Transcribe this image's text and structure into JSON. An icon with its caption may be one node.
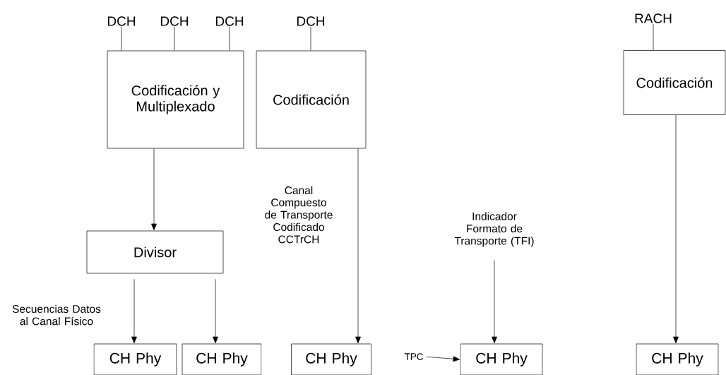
{
  "diagram": {
    "nodes": [
      {
        "text": [
          "DCH"
        ]
      },
      {
        "text": [
          "DCH"
        ]
      },
      {
        "text": [
          "DCH"
        ]
      },
      {
        "text": [
          "DCH"
        ]
      },
      {
        "text": [
          "RACH"
        ]
      },
      {
        "text": [
          "Codificación y Multiplexado"
        ]
      },
      {
        "text": [
          "Codificación"
        ]
      },
      {
        "text": [
          "Codificación"
        ]
      },
      {
        "text": [
          "Divisor"
        ]
      },
      {
        "text": [
          "Indicador Formato de Transporte (TFI)"
        ]
      },
      {
        "text": [
          "TPC"
        ]
      },
      {
        "text": [
          "CH Phy"
        ]
      },
      {
        "text": [
          "CH Phy"
        ]
      },
      {
        "text": [
          "CH Phy"
        ]
      },
      {
        "text": [
          "CH Phy"
        ]
      },
      {
        "text": [
          "CH Phy"
        ]
      }
    ],
    "edges": [
      {
        "from": 0,
        "to": 5,
        "arrow": "none"
      },
      {
        "from": 1,
        "to": 5,
        "arrow": "none"
      },
      {
        "from": 2,
        "to": 5,
        "arrow": "none"
      },
      {
        "from": 3,
        "to": 6,
        "arrow": "none"
      },
      {
        "from": 4,
        "to": 7,
        "arrow": "none"
      },
      {
        "from": 5,
        "to": 8,
        "arrow": "to"
      },
      {
        "from": 8,
        "to": 11,
        "arrow": "to"
      },
      {
        "from": 8,
        "to": 12,
        "arrow": "to"
      },
      {
        "from": 6,
        "to": 13,
        "arrow": "to"
      },
      {
        "from": 9,
        "to": 14,
        "arrow": "to"
      },
      {
        "from": 10,
        "to": 14,
        "arrow": "to"
      },
      {
        "from": 7,
        "to": 15,
        "arrow": "to"
      }
    ],
    "labels": [
      "Secuencias Datos al Canal Físico",
      "Canal Compuesto de Transporte Codificado CCTrCH"
    ]
  }
}
